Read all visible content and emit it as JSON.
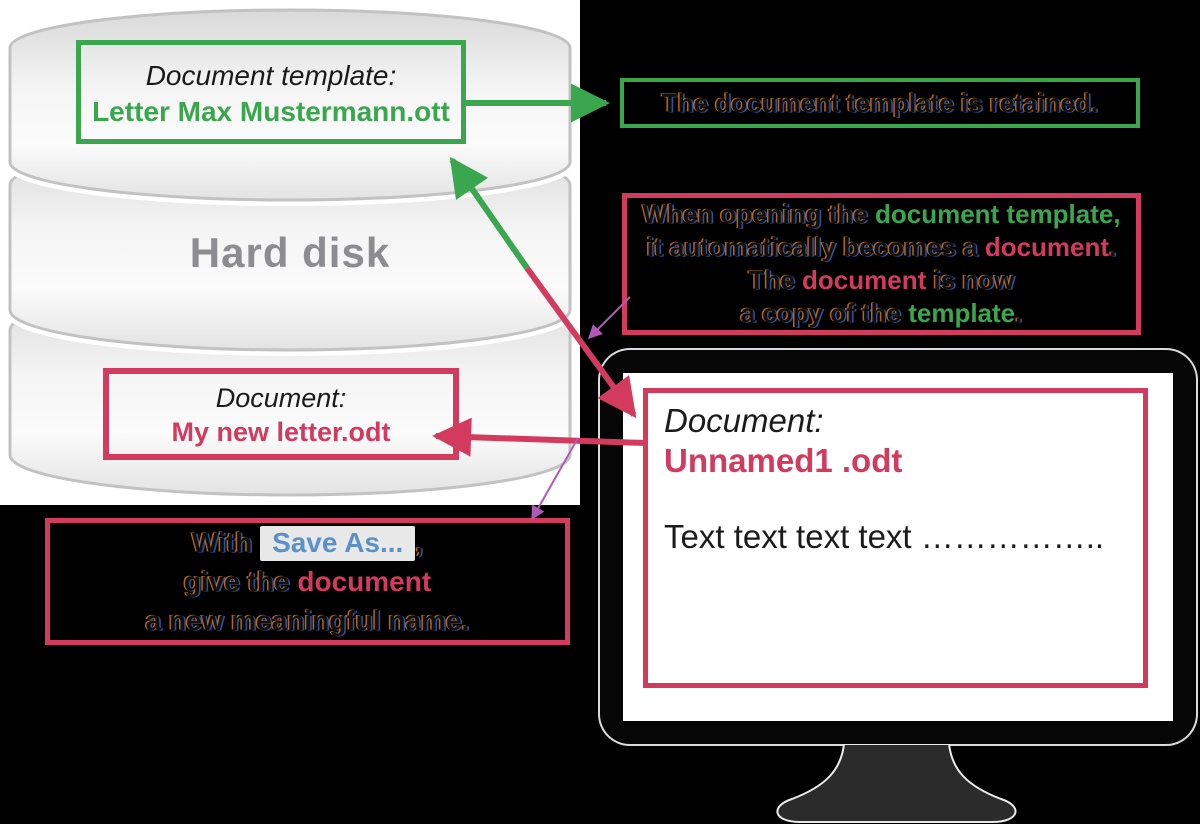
{
  "colors": {
    "green": "#3aa64e",
    "crimson": "#d23b5e",
    "blue": "#5b91c9",
    "purple": "#b05ab8",
    "disk_label_gray": "#8d8d91"
  },
  "hard_disk": {
    "label": "Hard disk",
    "template_box": {
      "title": "Document template:",
      "filename": "Letter Max Mustermann.ott"
    },
    "document_box": {
      "title": "Document:",
      "filename": "My new letter.odt"
    }
  },
  "callouts": {
    "retained": {
      "text": "The document template is retained."
    },
    "opening": {
      "l1a": "When opening the ",
      "l1b": "document template,",
      "l2a": "it automatically becomes a ",
      "l2b": "document",
      "l2c": ".",
      "l3a": "The ",
      "l3b": "document",
      "l3c": " is now",
      "l4a": "a copy of the ",
      "l4b": "template",
      "l4c": "."
    },
    "save_as": {
      "l1a": "With ",
      "l1b": "Save As...",
      "l1c": ",",
      "l2a": "give the ",
      "l2b": "document",
      "l3": "a new meaningful name."
    }
  },
  "monitor": {
    "document_box": {
      "title": "Document:",
      "filename": "Unnamed1 .odt",
      "body": "Text text text text …………….."
    }
  },
  "arrows": {
    "template_retained": {
      "color": "#3aa64e",
      "direction": "right"
    },
    "template_document": {
      "colors": [
        "#3aa64e",
        "#d23b5e"
      ],
      "direction": "both"
    },
    "document_rename": {
      "color": "#d23b5e",
      "direction": "left"
    },
    "connectors": {
      "color": "#b05ab8"
    }
  }
}
